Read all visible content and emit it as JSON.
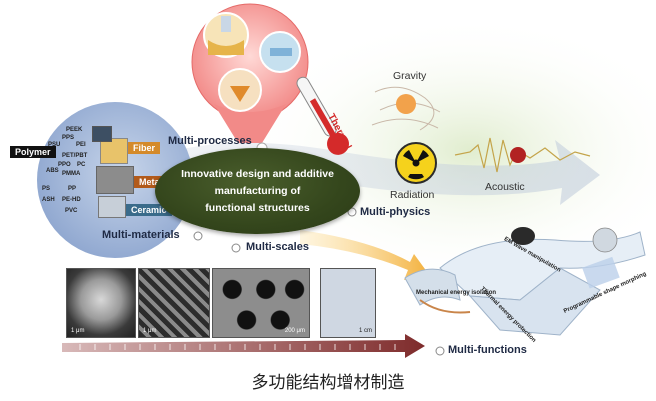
{
  "center": {
    "line1": "Innovative design and additive",
    "line2": "manufacturing of",
    "line3": "functional structures"
  },
  "labels": {
    "multi_processes": "Multi-processes",
    "multi_materials": "Multi-materials",
    "multi_scales": "Multi-scales",
    "multi_physics": "Multi-physics",
    "multi_functions": "Multi-functions"
  },
  "physics": {
    "gravity": "Gravity",
    "thermal": "Thermal",
    "radiation": "Radiation",
    "acoustic": "Acoustic"
  },
  "materials": {
    "polymer": "Polymer",
    "fiber": "Fiber",
    "metal": "Metal",
    "ceramic": "Ceramic",
    "polymer_list": [
      "PEEK",
      "PPS",
      "PSU",
      "PEI",
      "PET/PBT",
      "PPO",
      "PC",
      "PMMA",
      "ABS",
      "PS",
      "PP",
      "ASH",
      "PE-HD",
      "PVC"
    ]
  },
  "functions": {
    "em_wave": "EM wave manipulation",
    "programmable": "Programmable shape morphing",
    "mechanical": "Mechanical energy isolation",
    "thermal_energy": "Thermal energy protection"
  },
  "scales": {
    "scale1": "1 μm",
    "scale2": "1 μm",
    "scale3": "200 μm",
    "scale4": "1 cm"
  },
  "caption": "多功能结构增材制造",
  "colors": {
    "oval": "#34461c",
    "process_red": "#e0414b",
    "materials_blue": "#8ea6cf",
    "arrow": "#8a3a3a",
    "physics_green": "#d9e8c4"
  }
}
